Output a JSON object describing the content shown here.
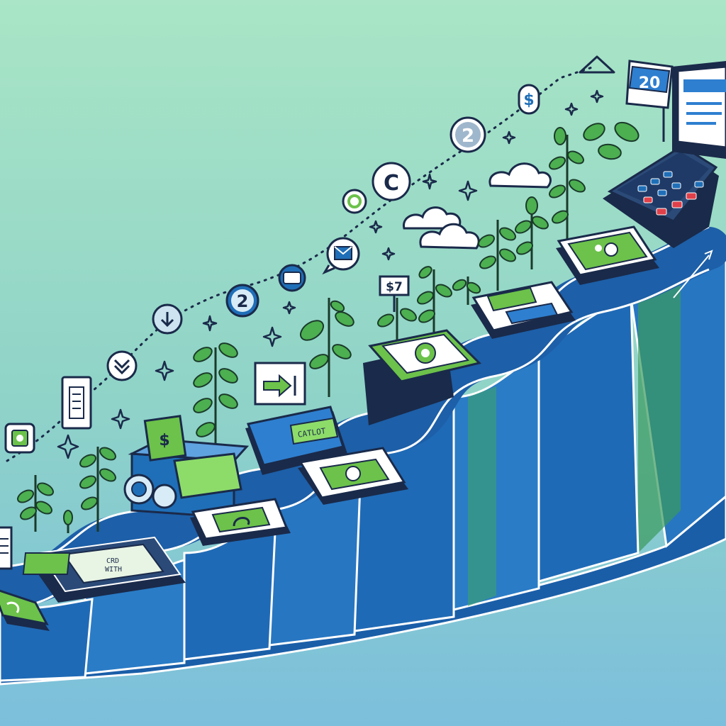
{
  "scene": {
    "description_free": true,
    "palette": {
      "bg_top": "#a8e6c4",
      "bg_bottom": "#7ec4d8",
      "track_blue": "#1f6fb8",
      "track_dark": "#164e86",
      "accent_green": "#6cc24a",
      "leaf_green": "#4caf50",
      "outline": "#1a2a4a",
      "screen_blue": "#2e7fd0",
      "button_red": "#e0404a"
    }
  },
  "labels": {
    "price_tag": "$7",
    "coin_dollar": "$",
    "badge_two_a": "2",
    "badge_two_b": "2",
    "badge_c": "C",
    "card_text_line1": "CRD",
    "card_text_line2": "WITH",
    "ticket_word": "CATLOT",
    "banner_text": "20",
    "bill_symbol": "$"
  },
  "icons": [
    "document-icon",
    "down-chevron-icon",
    "download-icon",
    "payment-card-icon",
    "mail-icon",
    "sparkle-icon",
    "cloud-icon",
    "arrow-up-icon",
    "sprout-icon",
    "pos-terminal-icon",
    "monitor-icon",
    "flag-icon"
  ]
}
